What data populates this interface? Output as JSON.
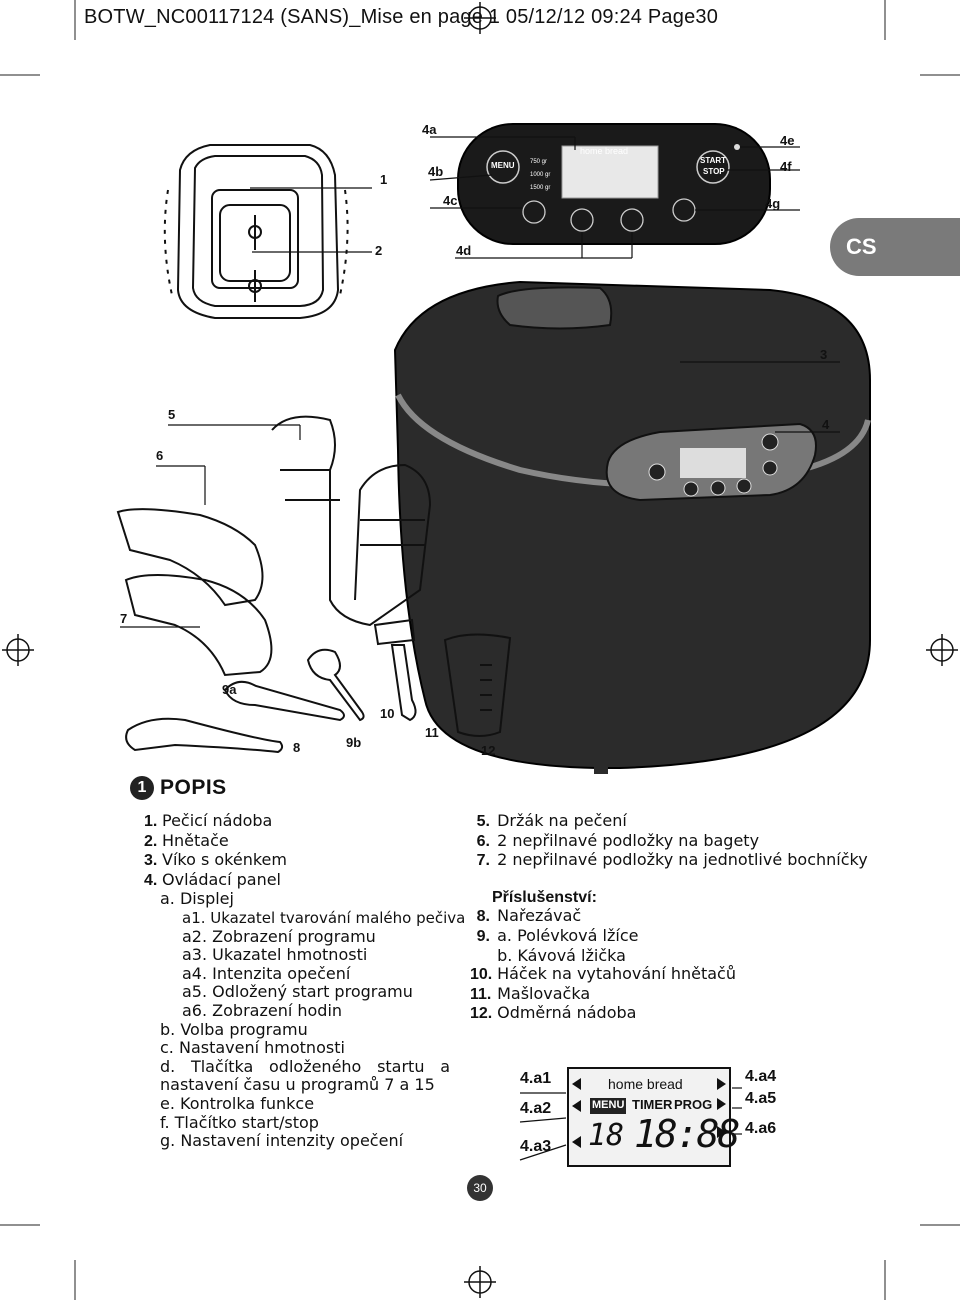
{
  "header": {
    "text": "BOTW_NC00117124 (SANS)_Mise en page 1  05/12/12  09:24  Page30"
  },
  "lang_tab": "CS",
  "callouts": {
    "c1": "1",
    "c2": "2",
    "c3": "3",
    "c4": "4",
    "c5": "5",
    "c6": "6",
    "c7": "7",
    "c8": "8",
    "c9a": "9a",
    "c9b": "9b",
    "c10": "10",
    "c11": "11",
    "c12": "12",
    "c4a": "4a",
    "c4b": "4b",
    "c4c": "4c",
    "c4d": "4d",
    "c4e": "4e",
    "c4f": "4f",
    "c4g": "4g"
  },
  "panel": {
    "menu": "MENU",
    "start": "START",
    "stop": "STOP",
    "brand": "home bread",
    "timer": "TIMER",
    "prog": "PROG",
    "w1": "750 gr",
    "w2": "1000 gr",
    "w3": "1500 gr",
    "digits_small": "18",
    "digits_big": "18:88"
  },
  "section": {
    "number": "1",
    "title": "POPIS"
  },
  "left_list": [
    {
      "num": "1.",
      "text": "Pečicí nádoba"
    },
    {
      "num": "2.",
      "text": "Hnětače"
    },
    {
      "num": "3.",
      "text": "Víko s okénkem"
    },
    {
      "num": "4.",
      "text": "Ovládací panel"
    }
  ],
  "left_sub": {
    "a": "a. Displej",
    "a1": "a1. Ukazatel tvarování malého pečiva",
    "a2": "a2. Zobrazení programu",
    "a3": "a3. Ukazatel hmotnosti",
    "a4": "a4. Intenzita opečení",
    "a5": "a5. Odložený start programu",
    "a6": "a6. Zobrazení hodin",
    "b": "b. Volba programu",
    "c": "c. Nastavení hmotnosti",
    "d": "d. Tlačítka odloženého startu a nastavení času u programů 7 a 15",
    "e": "e. Kontrolka funkce",
    "f": "f. Tlačítko start/stop",
    "g": "g. Nastavení intenzity opečení"
  },
  "right_list": [
    {
      "num": "5.",
      "text": "Držák na pečení"
    },
    {
      "num": "6.",
      "text": "2 nepřilnavé podložky na bagety"
    },
    {
      "num": "7.",
      "text": "2 nepřilnavé podložky na jednotlivé bochníčky"
    }
  ],
  "accessories_title": "Příslušenství:",
  "accessories": [
    {
      "num": "8.",
      "text": "Nařezávač"
    },
    {
      "num": "9.",
      "text": "a. Polévková lžíce"
    },
    {
      "num": "",
      "text": "b. Kávová lžička"
    },
    {
      "num": "10.",
      "text": "Háček na vytahování hnětačů"
    },
    {
      "num": "11.",
      "text": "Mašlovačka"
    },
    {
      "num": "12.",
      "text": "Odměrná nádoba"
    }
  ],
  "lcd_labels": {
    "a1": "4.a1",
    "a2": "4.a2",
    "a3": "4.a3",
    "a4": "4.a4",
    "a5": "4.a5",
    "a6": "4.a6"
  },
  "page_number": "30"
}
